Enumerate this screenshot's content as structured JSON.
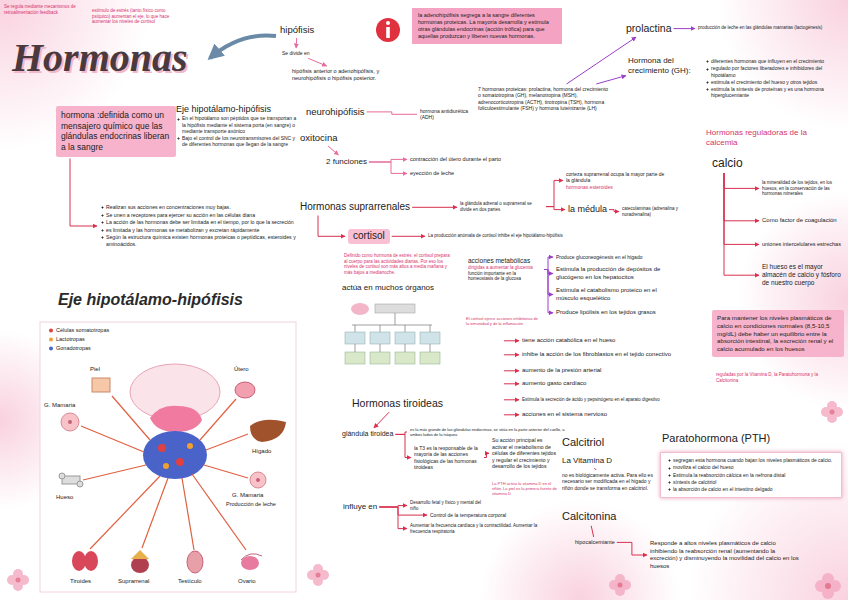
{
  "diagram": {
    "title": "Hormonas",
    "nodes": [
      {
        "text": [
          "hormona :definida como un mensajero químico que las glándulas endocrinas liberan a la sangre"
        ]
      },
      {
        "text": [
          "Realizan sus acciones en concentraciones muy bajas.",
          "Se unen a receptores para ejercer su acción en las células diana",
          "La acción de las hormonas debe ser limitada en el tiempo, por lo que la secreción",
          "es limitada y las hormonas se metabolizan y excretan rápidamente",
          "Según la estructura química existen hormonas proteicas o peptídicas, esteroides y aminoácidos."
        ]
      },
      {
        "text": [
          "hipófisis"
        ]
      },
      {
        "text": [
          "Se divide en"
        ]
      },
      {
        "text": [
          "hipófisis anterior o adenohipófisis, y neurohipófisis o hipófisis posterior."
        ]
      },
      {
        "text": [
          "la adenohipófisis segrega a la sangre diferentes hormonas proteicas. La mayoría desarrolla y estimula otras glándulas endocrinas (acción trófica) para que aquellas produzcan y liberen nuevas hormonas."
        ]
      },
      {
        "text": [
          "Eje hipotálamo-hipófisis",
          "En el hipotálamo son péptidos que se transportan a la hipófisis mediante el sistema porta (en sangre) o mediante transporte axónico",
          "Bajo el control de los neurotransmisores del SNC y de diferentes hormonas que llegan de la sangre"
        ]
      },
      {
        "text": [
          "neurohipófisis"
        ]
      },
      {
        "text": [
          "hormona antidiurética (ADH)"
        ]
      },
      {
        "text": [
          "oxitocina"
        ]
      },
      {
        "text": [
          "2 funciones"
        ]
      },
      {
        "text": [
          "contracción del útero durante el parto"
        ]
      },
      {
        "text": [
          "eyección de leche"
        ]
      },
      {
        "text": [
          "7 hormonas proteicas: prolactina, hormona del crecimiento o somatotropina (GH), melanotropina (MSH), adrenocorticotropina (ACTH), tirotropina (TSH), hormona foliculoestimulante (FSH) y hormona luteinizante (LH)"
        ]
      },
      {
        "text": [
          "prolactina"
        ]
      },
      {
        "text": [
          "producción de leche en las glándulas mamarias (lactogénesis)"
        ]
      },
      {
        "text": [
          "Hormona del crecimiento (GH):"
        ]
      },
      {
        "text": [
          "diferentes hormonas que influyen en el crecimiento",
          "regulado por factores liberadores e inhibidores del hipotálamo",
          "estimula el crecimiento del hueso y otros tejidos",
          "estimula la síntesis de proteínas y es una hormona hiperglucemiante"
        ]
      },
      {
        "text": [
          "Hormonas reguladoras de la calcemia"
        ]
      },
      {
        "text": [
          "calcio"
        ]
      },
      {
        "text": [
          "la mineralidad de los tejidos, en los huesos, en la conservación de las hormonas minerales"
        ]
      },
      {
        "text": [
          "Como factor de coagulación"
        ]
      },
      {
        "text": [
          "uniones intercelulares estrechas"
        ]
      },
      {
        "text": [
          "El hueso es el mayor almacén de calcio y fósforo de nuestro cuerpo"
        ]
      },
      {
        "text": [
          "Para mantener los niveles plasmáticos de calcio en condiciones normales (8,5-10,5 mg/dL) debe haber un equilibrio entre la absorción intestinal, la excreción renal y el calcio acumulado en los huesos"
        ]
      },
      {
        "text": [
          "Hormonas suprarrenales"
        ]
      },
      {
        "text": [
          "la glándula adrenal o suprarrenal se divide en dos partes"
        ]
      },
      {
        "text": [
          "corteza suprarrenal ocupa la mayor parte de la glándula",
          "hormonas esteroides"
        ]
      },
      {
        "text": [
          "la médula"
        ]
      },
      {
        "text": [
          "catecolaminas (adrenalina y noradrenalina)"
        ]
      },
      {
        "text": [
          "cortisol"
        ]
      },
      {
        "text": [
          "La producción anómala de cortisol inhibe el eje hipotálamo-hipófisis"
        ]
      },
      {
        "text": [
          "Definido como hormona de estrés: el cortisol prepara al cuerpo para las actividades diarias. Por eso los niveles de cortisol son más altos a media mañana y más bajos a medianoche."
        ]
      },
      {
        "text": [
          "acciones metabólicas",
          "dirigidas a aumentar la glucemia",
          "función importante en la homeostasis de la glucosa"
        ]
      },
      {
        "text": [
          "Produce gluconeogénesis en el hígado"
        ]
      },
      {
        "text": [
          "Estimula la producción de depósitos de glucógeno en los hepatocitos"
        ]
      },
      {
        "text": [
          "Estimula el catabolismo proteico en el músculo esquelético"
        ]
      },
      {
        "text": [
          "Produce lipólisis en los tejidos grasos"
        ]
      },
      {
        "text": [
          "actúa en muchos órganos"
        ]
      },
      {
        "text": [
          "tiene acción catabólica en el hueso"
        ]
      },
      {
        "text": [
          "inhibe la acción de los fibroblastos en el tejido conectivo"
        ]
      },
      {
        "text": [
          "aumento de la presión arterial"
        ]
      },
      {
        "text": [
          "aumento gasto cardíaco"
        ]
      },
      {
        "text": [
          "Estimula la secreción de ácido y pepsinógeno en el aparato digestivo"
        ]
      },
      {
        "text": [
          "acciones en el sistema nervioso"
        ]
      },
      {
        "text": [
          "Hormonas tiroideas"
        ]
      },
      {
        "text": [
          "glándula tiroidea"
        ]
      },
      {
        "text": [
          "es la más grande de las glándulas endocrinas, se sitúa en la parte anterior del cuello, a ambos lados de la tráquea"
        ]
      },
      {
        "text": [
          "la T3 es la responsable de la mayoría de las acciones fisiológicas de las hormonas tiroideas"
        ]
      },
      {
        "text": [
          "Su acción principal es activar el metabolismo de células de diferentes tejidos y regular el crecimiento y desarrollo de los tejidos"
        ]
      },
      {
        "text": [
          "influye en"
        ]
      },
      {
        "text": [
          "Desarrollo fetal y físico y mental del niño"
        ]
      },
      {
        "text": [
          "Control de la temperatura corporal"
        ]
      },
      {
        "text": [
          "Aumentar la frecuencia cardíaca y la contractilidad. Aumentar la frecuencia respiratoria"
        ]
      },
      {
        "text": [
          "Calcitriol"
        ]
      },
      {
        "text": [
          "La Vitamina D"
        ]
      },
      {
        "text": [
          "no es biológicamente activa. Para ello es necesario ser modificada en el hígado y riñón donde se transforma en calcitriol."
        ]
      },
      {
        "text": [
          "Paratohormona (PTH)"
        ]
      },
      {
        "text": [
          "segregan esta hormona cuando bajan los niveles plasmáticos de calcio.",
          "moviliza el calcio del hueso",
          "Estimula la reabsorción cálcica en la nefrona distal",
          "síntesis de calcitriol",
          "la absorción de calcio en el intestino delgado"
        ]
      },
      {
        "text": [
          "Calcitonina"
        ]
      },
      {
        "text": [
          "hipocalcemiante"
        ]
      },
      {
        "text": [
          "Responde a altos niveles plasmáticos de calcio inhibiendo la reabsorción renal (aumentando la excreción) y disminuyendo la movilidad del calcio en los huesos"
        ]
      }
    ],
    "edges": [
      {
        "from": 0,
        "to": 1,
        "arrow": "to"
      },
      {
        "from": 2,
        "to": 3,
        "arrow": "to"
      },
      {
        "from": 3,
        "to": 4,
        "arrow": "to"
      },
      {
        "from": 7,
        "to": 8,
        "arrow": "none"
      },
      {
        "from": 9,
        "to": 10,
        "arrow": "to"
      },
      {
        "from": 10,
        "to": 11,
        "arrow": "to"
      },
      {
        "from": 10,
        "to": 12,
        "arrow": "to"
      },
      {
        "from": 13,
        "to": 14,
        "arrow": "to"
      },
      {
        "from": 13,
        "to": 16,
        "arrow": "to"
      },
      {
        "from": 14,
        "to": 15,
        "arrow": "to"
      },
      {
        "from": 19,
        "to": 20,
        "arrow": "to"
      },
      {
        "from": 19,
        "to": 21,
        "arrow": "to"
      },
      {
        "from": 19,
        "to": 22,
        "arrow": "to"
      },
      {
        "from": 19,
        "to": 23,
        "arrow": "to"
      },
      {
        "from": 25,
        "to": 26,
        "arrow": "to"
      },
      {
        "from": 26,
        "to": 27,
        "arrow": "to"
      },
      {
        "from": 26,
        "to": 28,
        "arrow": "to"
      },
      {
        "from": 28,
        "to": 29,
        "arrow": "to"
      },
      {
        "from": 25,
        "to": 30,
        "arrow": "to"
      },
      {
        "from": 30,
        "to": 31,
        "arrow": "to"
      },
      {
        "from": 33,
        "to": 34,
        "arrow": "to"
      },
      {
        "from": 33,
        "to": 35,
        "arrow": "to"
      },
      {
        "from": 33,
        "to": 36,
        "arrow": "to"
      },
      {
        "from": 33,
        "to": 37,
        "arrow": "to"
      },
      {
        "from": 45,
        "to": 46,
        "arrow": "to"
      },
      {
        "from": 46,
        "to": 47,
        "arrow": "none"
      },
      {
        "from": 46,
        "to": 48,
        "arrow": "to"
      },
      {
        "from": 48,
        "to": 49,
        "arrow": "to"
      },
      {
        "from": 50,
        "to": 51,
        "arrow": "to"
      },
      {
        "from": 50,
        "to": 52,
        "arrow": "to"
      },
      {
        "from": 50,
        "to": 53,
        "arrow": "to"
      },
      {
        "from": 55,
        "to": 56,
        "arrow": "none"
      },
      {
        "from": 59,
        "to": 60,
        "arrow": "none"
      },
      {
        "from": 60,
        "to": 61,
        "arrow": "to"
      }
    ],
    "labels": [
      "Se regula mediante mecanismos de retroalimentación feedback",
      "estímulo de estrés (tanto físico como psíquico) aumentan el eje, lo que hace aumentar los niveles de cortisol",
      "Eje hipotálamo-hipófisis",
      "El cortisol ejerce acciones inhibitorias de la inmunidad y de la inflamación",
      "reguladas por la Vitamina D, la Paratohormona y la Calcitonina",
      "La PTH activa la vitamina D en el riñón. La piel es la primera fuente de vitamina D",
      "Células somatotropas",
      "Lactotropas",
      "Gonadotropas",
      "Piel",
      "Útero",
      "G. Mamaria",
      "Hueso",
      "Hígado",
      "G. Mamaria",
      "Producción de leche",
      "Tiroides",
      "Suprarrenal",
      "Testículo",
      "Ovario"
    ]
  }
}
